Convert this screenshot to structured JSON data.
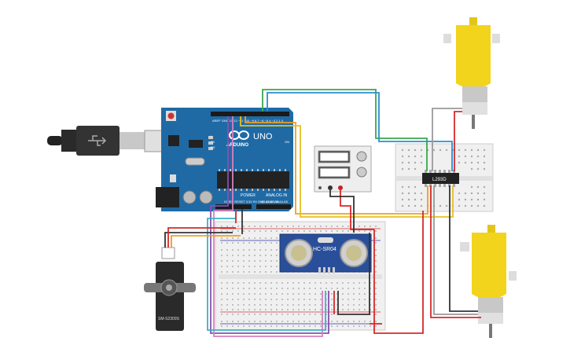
{
  "arduino": {
    "brand": "ARDUINO",
    "model": "UNO",
    "power_header": "POWER",
    "analog_header": "ANALOG IN",
    "tx": "TX",
    "rx": "RX",
    "l": "L",
    "on": "ON"
  },
  "driver": {
    "chip_label": "L293D"
  },
  "ultrasonic": {
    "label": "HC-SR04"
  },
  "servo": {
    "label": "SM-S2309S"
  },
  "colors": {
    "board_blue": "#1f6aa5",
    "motor_yellow": "#f2d41c",
    "wire_red": "#d62a2a",
    "wire_black": "#333333",
    "wire_orange": "#f0a020",
    "wire_yellow": "#e8c020",
    "wire_green": "#3aa84a",
    "wire_blue": "#2b8fd0",
    "wire_purple": "#8a4fb0",
    "wire_cyan": "#37b3c8",
    "wire_pink": "#d880c0",
    "wire_grey": "#9a9a9a"
  }
}
